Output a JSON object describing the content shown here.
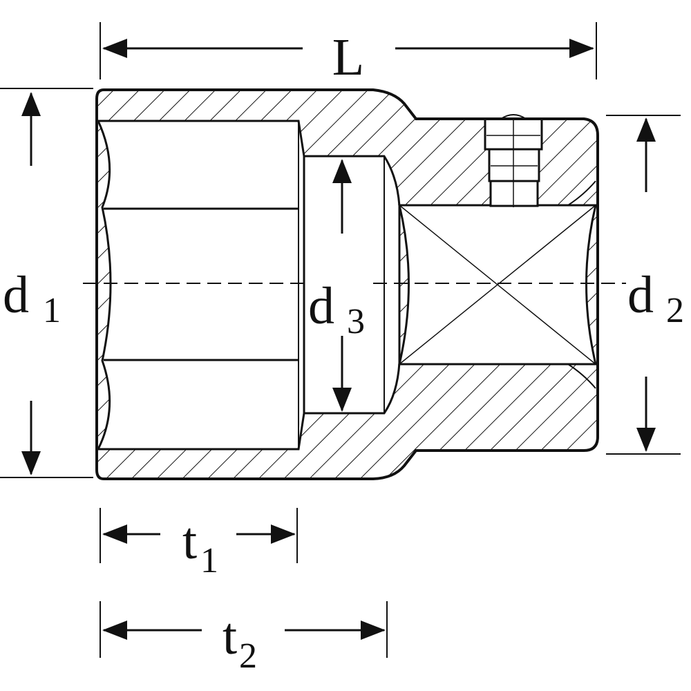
{
  "diagram": {
    "labels": {
      "length": "L",
      "d1_main": "d",
      "d1_sub": "1",
      "d2_main": "d",
      "d2_sub": "2",
      "d3_main": "d",
      "d3_sub": "3",
      "t1_main": "t",
      "t1_sub": "1",
      "t2_main": "t",
      "t2_sub": "2"
    },
    "colors": {
      "line": "#111111",
      "background": "#ffffff"
    }
  }
}
